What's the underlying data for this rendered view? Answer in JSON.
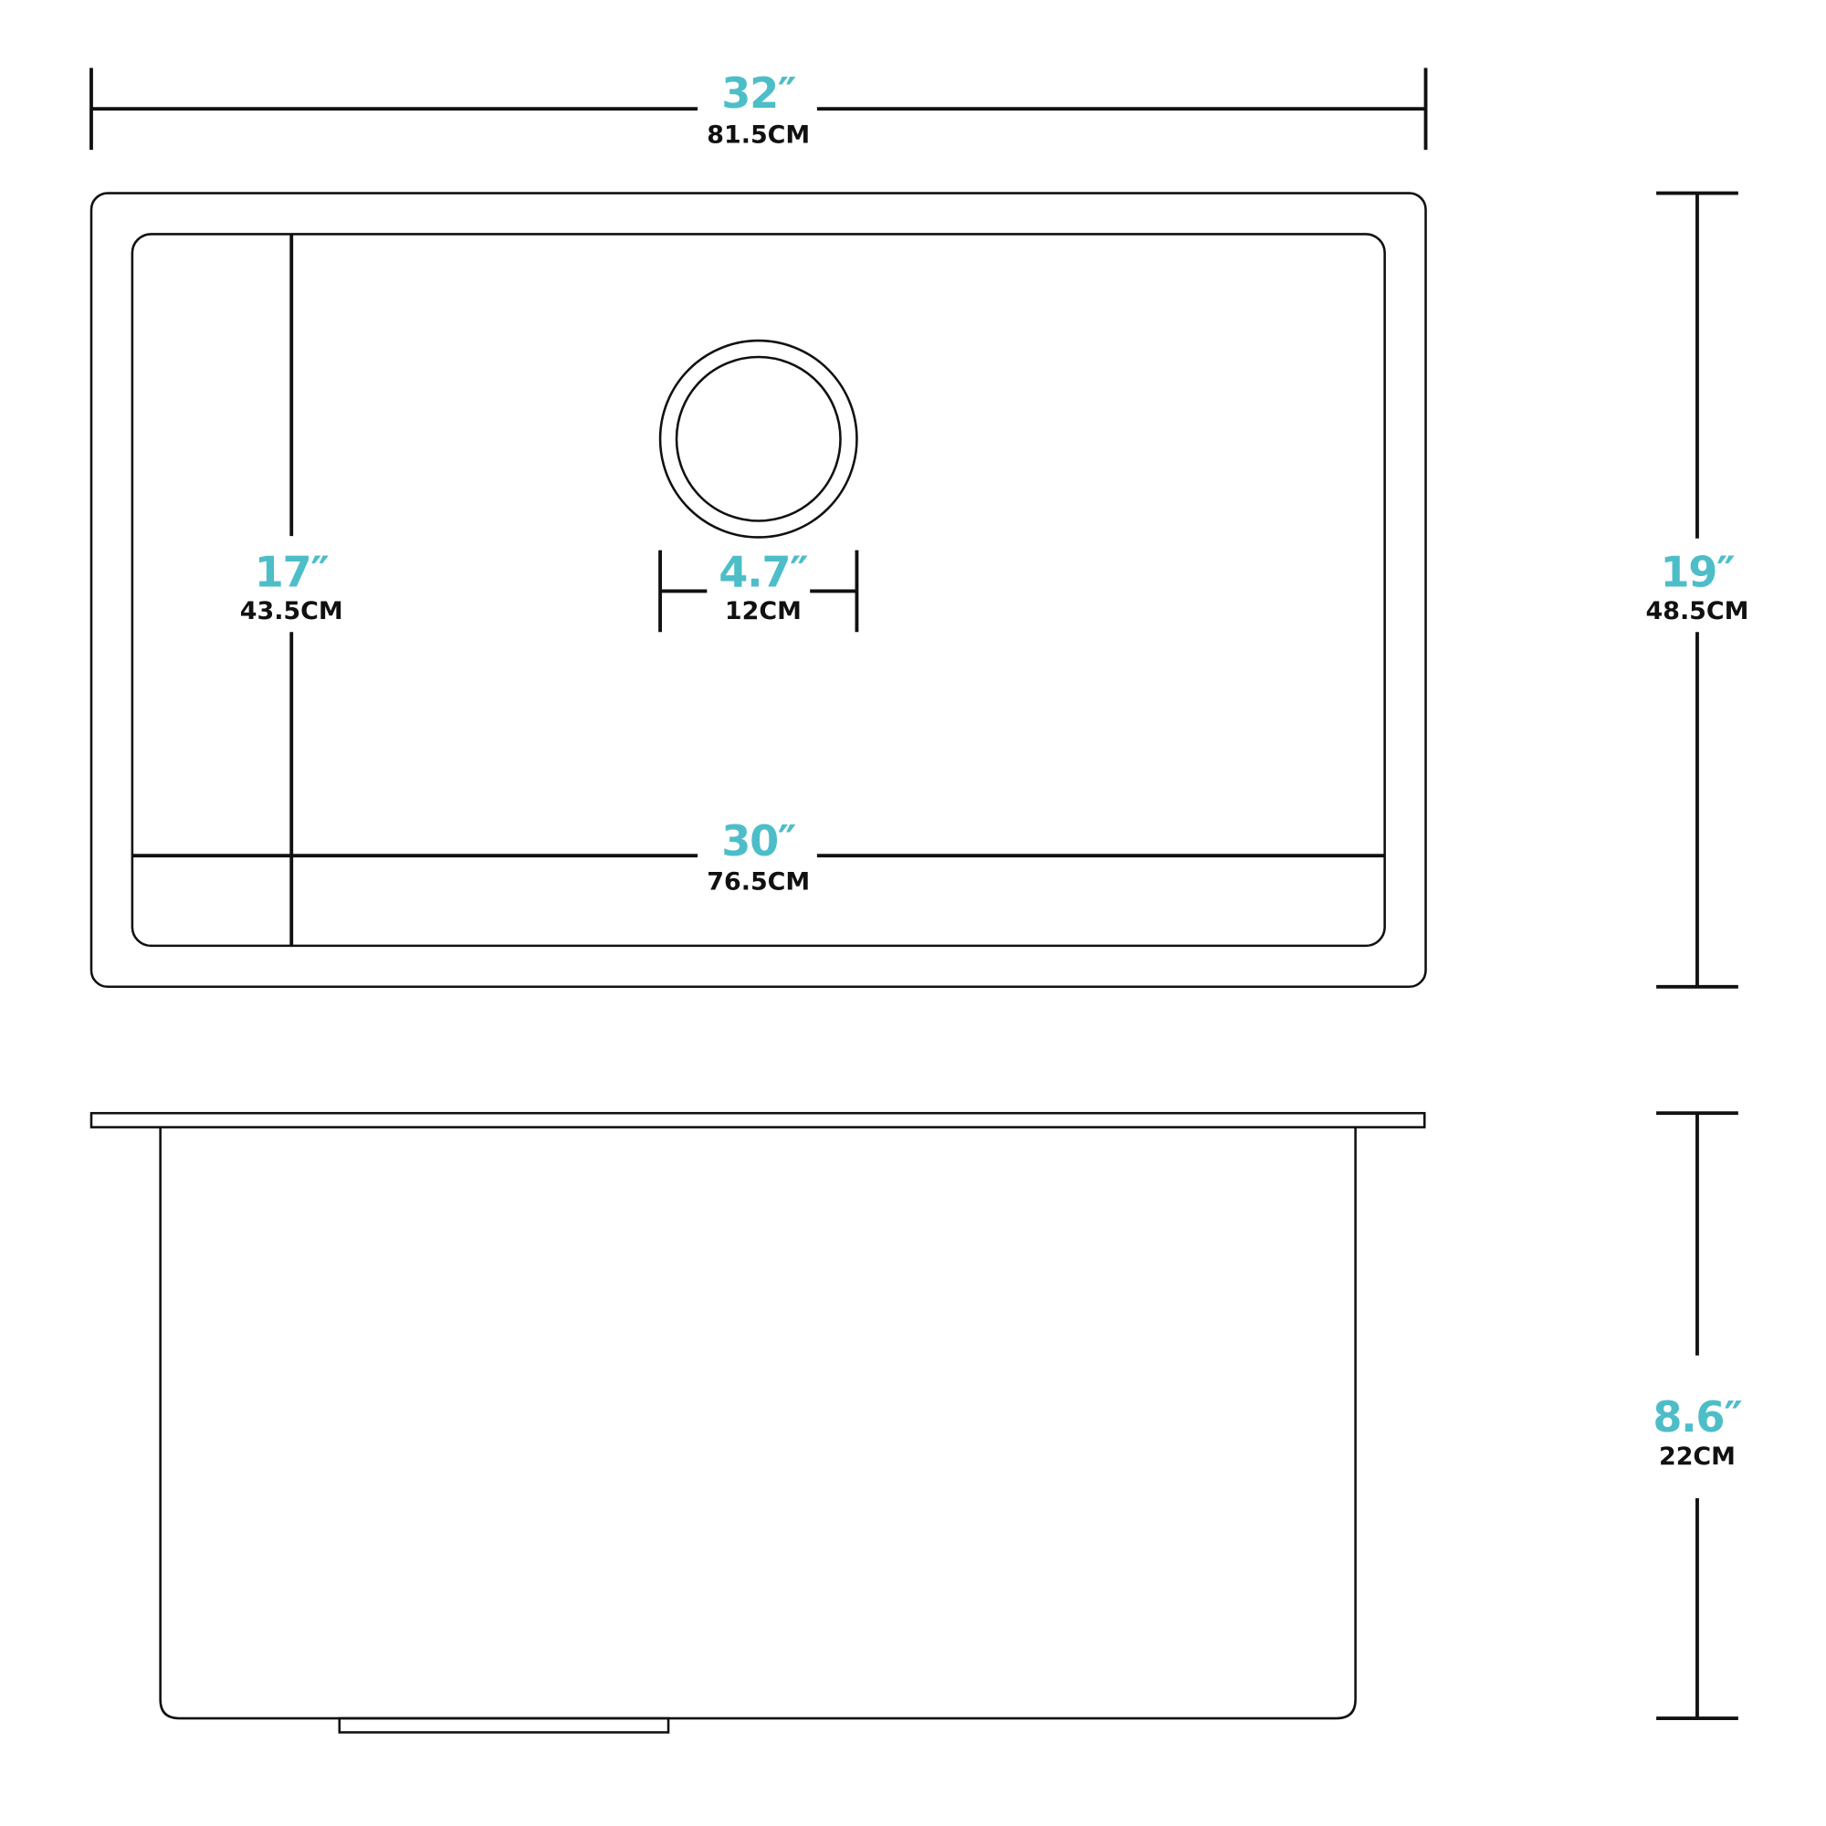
{
  "colors": {
    "inch_label": "#4dbec8",
    "line": "#111111",
    "background": "#ffffff"
  },
  "dimensions": {
    "overall_width": {
      "inches": "32″",
      "cm": "81.5CM"
    },
    "overall_depth": {
      "inches": "19″",
      "cm": "48.5CM"
    },
    "bowl_width": {
      "inches": "30″",
      "cm": "76.5CM"
    },
    "bowl_depth": {
      "inches": "17″",
      "cm": "43.5CM"
    },
    "drain_diameter": {
      "inches": "4.7″",
      "cm": "12CM"
    },
    "bowl_height": {
      "inches": "8.6″",
      "cm": "22CM"
    }
  }
}
